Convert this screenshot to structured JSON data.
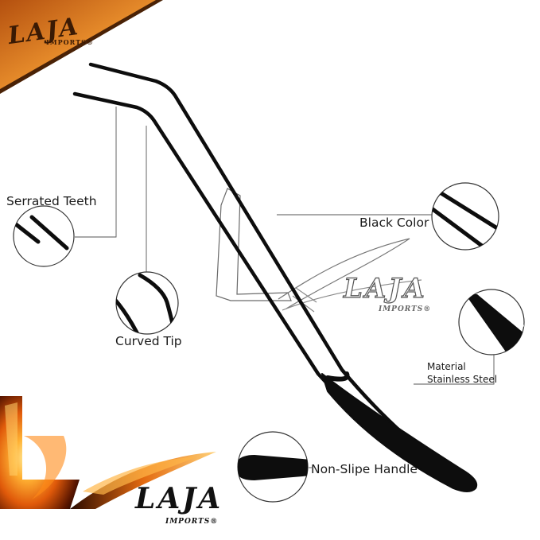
{
  "brand": {
    "logo_name": "LAJA",
    "logo_sub": "IMPORTS®",
    "corner_logo_name": "LAJA",
    "corner_logo_sub": "IMPORTS®",
    "watermark_name": "LAJA",
    "watermark_sub": "IMPORTS®"
  },
  "callouts": {
    "serrated_teeth": "Serrated Teeth",
    "curved_tip": "Curved Tip",
    "black_color": "Black Color",
    "material_line1": "Material",
    "material_line2": "Stainless Steel",
    "handle": "Non-Slipe Handle"
  },
  "colors": {
    "tweezer": "#0d0d0d",
    "banner_orange": "#e07a1a",
    "banner_dark": "#5a2a06",
    "guide_line": "#555555",
    "flame": "#ff9a1e"
  },
  "icons": [
    "tweezer-illustration",
    "magnifier-circle",
    "flame-swoosh"
  ]
}
